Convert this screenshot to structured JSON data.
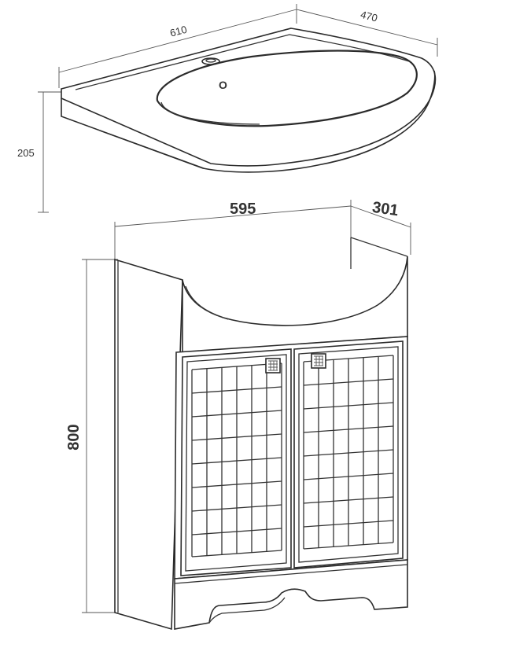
{
  "sink": {
    "dimensions": {
      "width": "610",
      "depth": "470",
      "height": "205"
    },
    "tap_hole_label": "O"
  },
  "cabinet": {
    "dimensions": {
      "width": "595",
      "depth": "301",
      "height": "800"
    }
  }
}
